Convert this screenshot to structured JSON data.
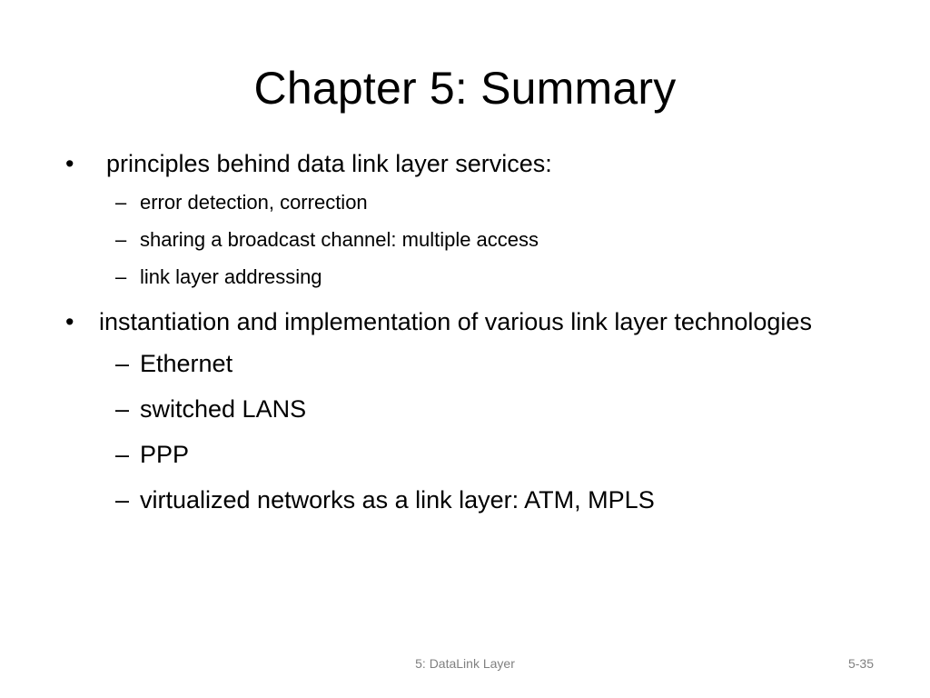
{
  "slide": {
    "title": "Chapter 5: Summary",
    "bullets": [
      {
        "marker": "•",
        "text": "principles behind data link layer services:",
        "sub": [
          {
            "marker": "–",
            "text": "error detection, correction"
          },
          {
            "marker": "–",
            "text": "sharing a broadcast channel: multiple access"
          },
          {
            "marker": "–",
            "text": "link layer addressing"
          }
        ]
      },
      {
        "marker": "•",
        "text": "instantiation and implementation of various link layer technologies",
        "sub": [
          {
            "marker": "–",
            "text": "Ethernet"
          },
          {
            "marker": "–",
            "text": "switched LANS"
          },
          {
            "marker": "–",
            "text": "PPP"
          },
          {
            "marker": "–",
            "text": "virtualized networks as a link layer: ATM, MPLS"
          }
        ]
      }
    ],
    "footer": {
      "center": "5: DataLink Layer",
      "page_number": "5-35"
    }
  }
}
